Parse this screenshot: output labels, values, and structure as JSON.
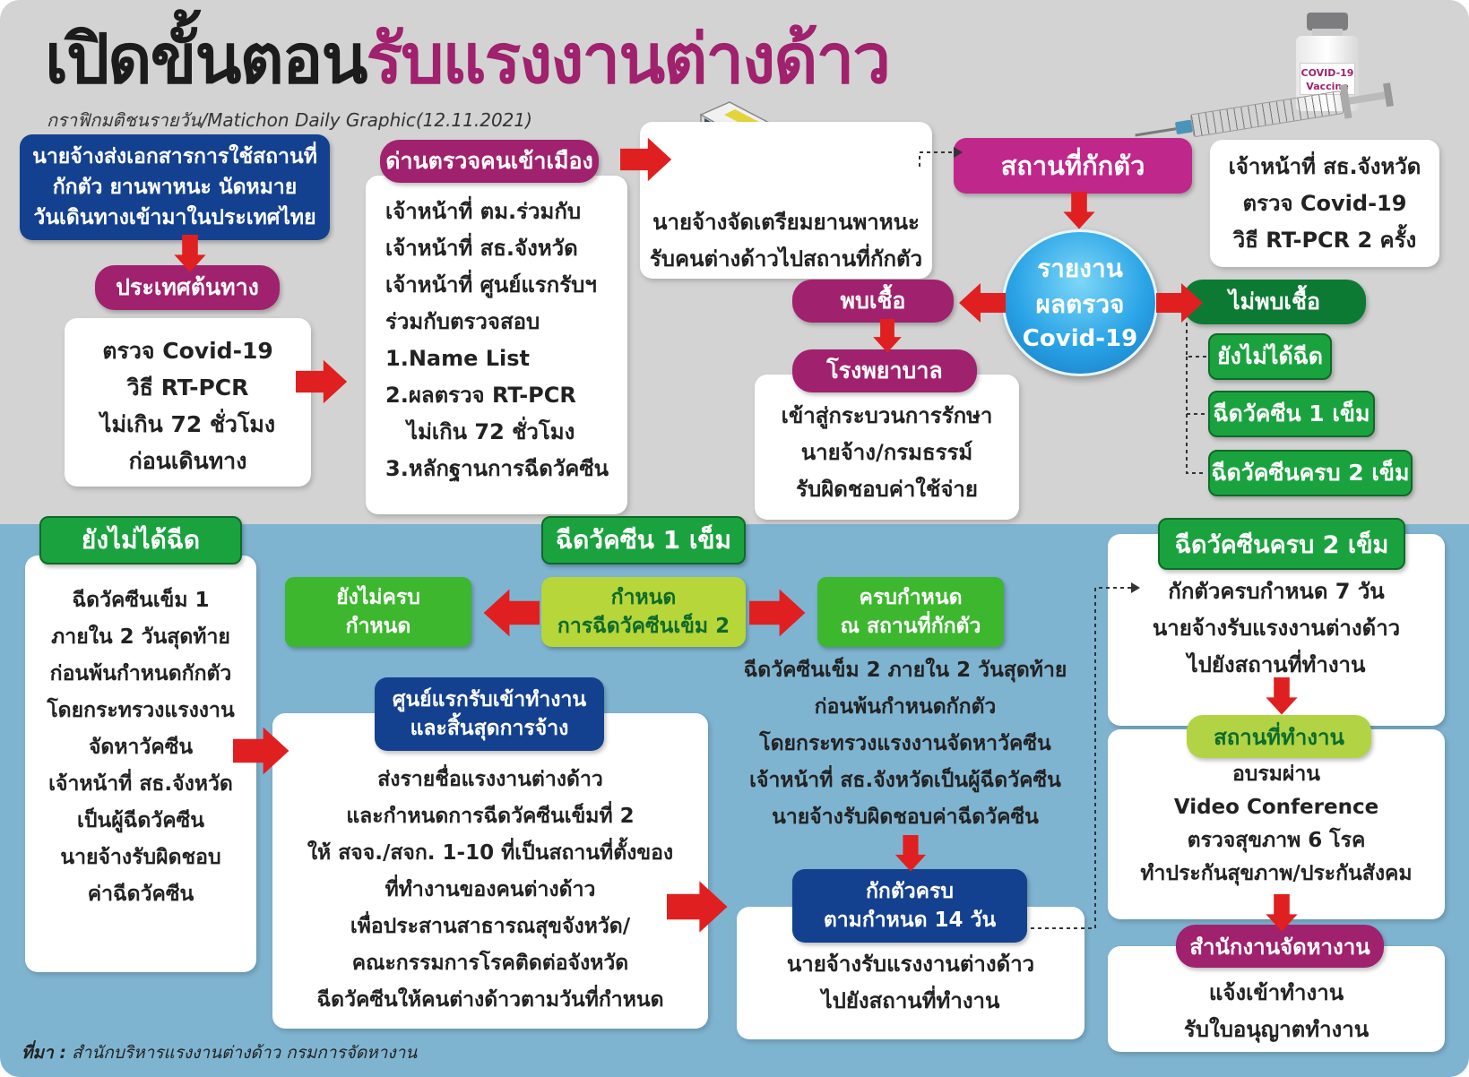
{
  "title": {
    "part1": "เปิดขั้นตอน",
    "part2": "รับแรงงานต่างด้าว"
  },
  "subtitle": "กราฟิกมติชนรายวัน/Matichon Daily Graphic(12.11.2021)",
  "vaccine_label": [
    "COVID-19",
    "Vaccine"
  ],
  "colors": {
    "top_bg": "#d3d3d3",
    "bottom_bg": "#7fb4d1",
    "magenta": "#a0216d",
    "navy": "#14418f",
    "green": "#1aa23e",
    "arrow_red": "#e02020"
  },
  "top": {
    "employer_docs": [
      "นายจ้างส่งเอกสารการใช้สถานที่",
      "กักตัว ยานพาหนะ นัดหมาย",
      "วันเดินทางเข้ามาในประเทศไทย"
    ],
    "origin_country_label": "ประเทศต้นทาง",
    "origin_country_text": [
      "ตรวจ Covid-19",
      "วิธี RT-PCR",
      "ไม่เกิน 72 ชั่วโมง",
      "ก่อนเดินทาง"
    ],
    "checkpoint_label": "ด่านตรวจคนเข้าเมือง",
    "checkpoint_text": [
      "เจ้าหน้าที่ ตม.ร่วมกับ",
      "เจ้าหน้าที่ สธ.จังหวัด",
      "เจ้าหน้าที่ ศูนย์แรกรับฯ",
      "ร่วมกับตรวจสอบ",
      "1.Name List",
      "2.ผลตรวจ RT-PCR",
      "ไม่เกิน 72 ชั่วโมง",
      "3.หลักฐานการฉีดวัคซีน"
    ],
    "vehicle_text": [
      "นายจ้างจัดเตรียมยานพาหนะ",
      "รับคนต่างด้าวไปสถานที่กักตัว"
    ],
    "quarantine_label": "สถานที่กักตัว",
    "health_check_text": [
      "เจ้าหน้าที่ สธ.จังหวัด",
      "ตรวจ Covid-19",
      "วิธี RT-PCR 2 ครั้ง"
    ],
    "report_circle": [
      "รายงาน",
      "ผลตรวจ",
      "Covid-19"
    ],
    "positive_label": "พบเชื้อ",
    "hospital_label": "โรงพยาบาล",
    "hospital_text": [
      "เข้าสู่กระบวนการรักษา",
      "นายจ้าง/กรมธรรม์",
      "รับผิดชอบค่าใช้จ่าย"
    ],
    "negative_label": "ไม่พบเชื้อ",
    "negative_options": [
      "ยังไม่ได้ฉีด",
      "ฉีดวัคซีน 1 เข็ม",
      "ฉีดวัคซีนครบ 2 เข็ม"
    ]
  },
  "bottom": {
    "unvaccinated_label": "ยังไม่ได้ฉีด",
    "unvaccinated_text": [
      "ฉีดวัคซีนเข็ม 1",
      "ภายใน 2 วันสุดท้าย",
      "ก่อนพ้นกำหนดกักตัว",
      "โดยกระทรวงแรงงาน",
      "จัดหาวัคซีน",
      "เจ้าหน้าที่ สธ.จังหวัด",
      "เป็นผู้ฉีดวัคซีน",
      "นายจ้างรับผิดชอบ",
      "ค่าฉีดวัคซีน"
    ],
    "one_dose_label": "ฉีดวัคซีน 1 เข็ม",
    "schedule_label": [
      "กำหนด",
      "การฉีดวัคซีนเข็ม 2"
    ],
    "not_due_label": [
      "ยังไม่ครบ",
      "กำหนด"
    ],
    "due_label": [
      "ครบกำหนด",
      "ณ สถานที่กักตัว"
    ],
    "dose2_text": [
      "ฉีดวัคซีนเข็ม 2 ภายใน 2 วันสุดท้าย",
      "ก่อนพ้นกำหนดกักตัว",
      "โดยกระทรวงแรงงานจัดหาวัคซีน",
      "เจ้าหน้าที่ สธ.จังหวัดเป็นผู้ฉีดวัคซีน",
      "นายจ้างรับผิดชอบค่าฉีดวัคซีน"
    ],
    "center_label": [
      "ศูนย์แรกรับเข้าทำงาน",
      "และสิ้นสุดการจ้าง"
    ],
    "center_text": [
      "ส่งรายชื่อแรงงานต่างด้าว",
      "และกำหนดการฉีดวัคซีนเข็มที่ 2",
      "ให้ สจจ./สจก. 1-10 ที่เป็นสถานที่ตั้งของ",
      "ที่ทำงานของคนต่างด้าว",
      "เพื่อประสานสาธารณสุขจังหวัด/",
      "คณะกรรมการโรคติดต่อจังหวัด",
      "ฉีดวัคซีนให้คนต่างด้าวตามวันที่กำหนด"
    ],
    "quarantine14_label": [
      "กักตัวครบ",
      "ตามกำหนด 14 วัน"
    ],
    "quarantine14_text": [
      "นายจ้างรับแรงงานต่างด้าว",
      "ไปยังสถานที่ทำงาน"
    ],
    "two_dose_label": "ฉีดวัคซีนครบ 2 เข็ม",
    "two_dose_text": [
      "กักตัวครบกำหนด 7 วัน",
      "นายจ้างรับแรงงานต่างด้าว",
      "ไปยังสถานที่ทำงาน"
    ],
    "workplace_label": "สถานที่ทำงาน",
    "workplace_text": [
      "อบรมผ่าน",
      "Video Conference",
      "ตรวจสุขภาพ 6 โรค",
      "ทำประกันสุขภาพ/ประกันสังคม"
    ],
    "employment_office_label": "สำนักงานจัดหางาน",
    "employment_office_text": [
      "แจ้งเข้าทำงาน",
      "รับใบอนุญาตทำงาน"
    ]
  },
  "source": {
    "label": "ที่มา :",
    "text": "สำนักบริหารแรงงานต่างด้าว กรมการจัดหางาน"
  }
}
